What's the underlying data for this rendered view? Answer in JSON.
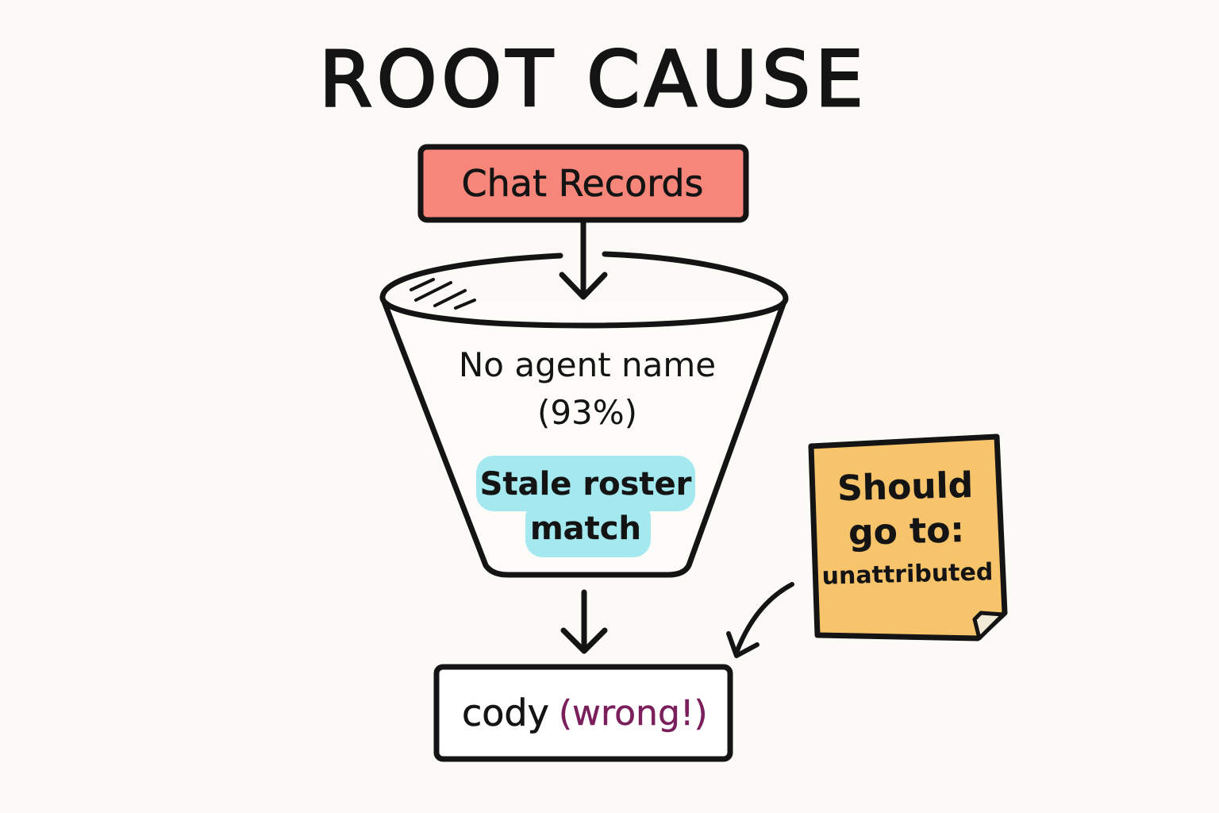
{
  "title": "ROOT CAUSE",
  "source_box": {
    "label": "Chat Records",
    "fill": "#f6857a"
  },
  "funnel": {
    "condition_line1": "No agent name",
    "condition_line2": "(93%)",
    "highlight": {
      "line1": "Stale roster",
      "line2": "match",
      "fill": "#a3e9ef"
    }
  },
  "result_box": {
    "name": "cody",
    "flag": "(wrong!)",
    "flag_color": "#7a1f5c"
  },
  "sticky_note": {
    "line1": "Should",
    "line2": "go to:",
    "line3": "unattributed",
    "fill": "#f7c46c"
  }
}
